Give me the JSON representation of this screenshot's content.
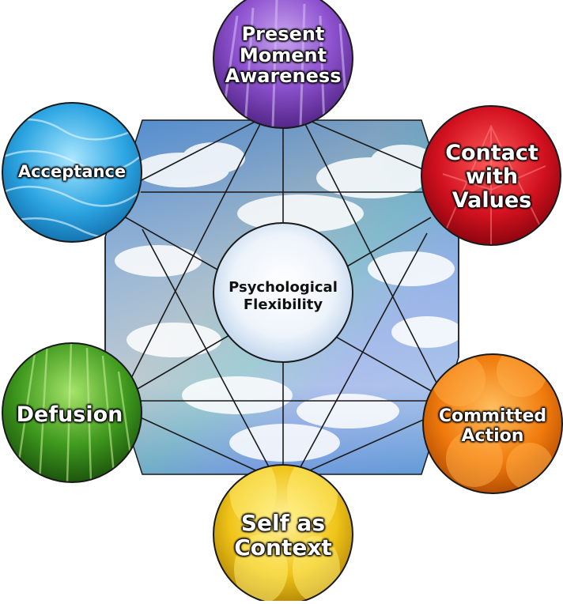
{
  "diagram": {
    "center": {
      "label": "Psychological\nFlexibility"
    },
    "nodes": [
      {
        "id": "present",
        "label": "Present\nMoment\nAwareness",
        "theme": "lavender",
        "color": "#8a4bc4"
      },
      {
        "id": "contact",
        "label": "Contact\nwith\nValues",
        "theme": "red-maple-leaf",
        "color": "#c8102e"
      },
      {
        "id": "accept",
        "label": "Acceptance",
        "theme": "water",
        "color": "#2aa7e0"
      },
      {
        "id": "defusion",
        "label": "Defusion",
        "theme": "grass",
        "color": "#3f9a1e"
      },
      {
        "id": "commit",
        "label": "Committed\nAction",
        "theme": "oranges",
        "color": "#f07a0c"
      },
      {
        "id": "self",
        "label": "Self as\nContext",
        "theme": "yellow-tulips",
        "color": "#f0c418"
      }
    ],
    "background_theme": "sky-with-clouds",
    "sky_color": "#6aa3d6",
    "line_color": "#1a1a1a"
  }
}
